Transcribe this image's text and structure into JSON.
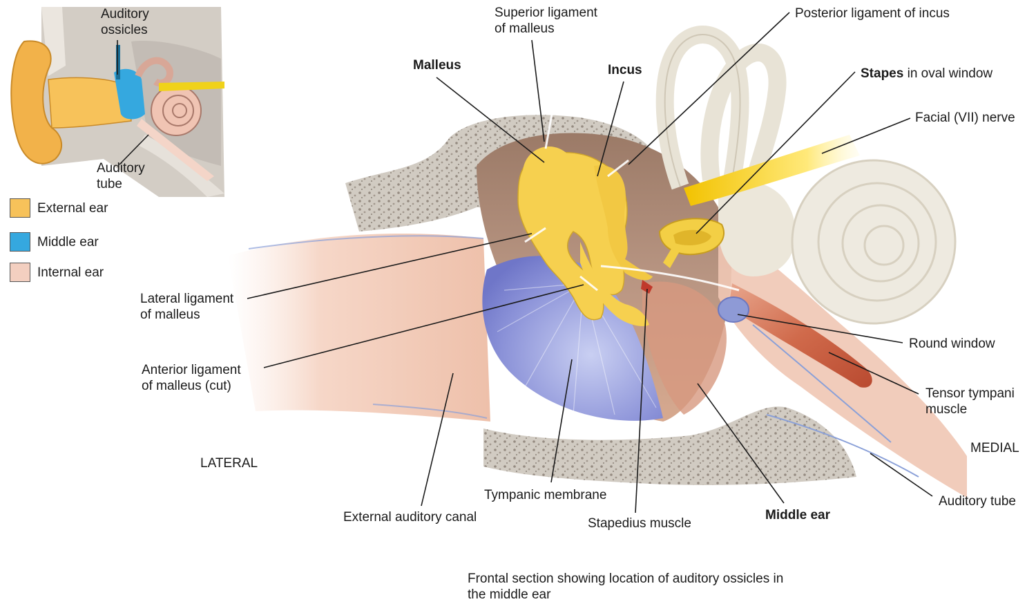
{
  "inset": {
    "auditory_ossicles": [
      "Auditory",
      "ossicles"
    ],
    "auditory_tube": [
      "Auditory",
      "tube"
    ]
  },
  "legend": [
    {
      "label": "External ear",
      "color": "#f7c25a"
    },
    {
      "label": "Middle ear",
      "color": "#35a8df"
    },
    {
      "label": "Internal ear",
      "color": "#f3cfc0"
    }
  ],
  "labels": {
    "superior_ligament": [
      "Superior ligament",
      "of malleus"
    ],
    "posterior_ligament": "Posterior ligament of incus",
    "malleus": "Malleus",
    "incus": "Incus",
    "stapes_bold": "Stapes",
    "stapes_rest": " in oval window",
    "facial_nerve": "Facial (VII) nerve",
    "lateral_ligament": [
      "Lateral ligament",
      "of malleus"
    ],
    "anterior_ligament": [
      "Anterior ligament",
      "of malleus (cut)"
    ],
    "round_window": "Round window",
    "tensor_tympani": [
      "Tensor tympani",
      "muscle"
    ],
    "medial": "MEDIAL",
    "lateral": "LATERAL",
    "tympanic_membrane": "Tympanic membrane",
    "external_auditory_canal": "External auditory canal",
    "stapedius": "Stapedius muscle",
    "middle_ear": "Middle ear",
    "auditory_tube": "Auditory tube"
  },
  "caption": [
    "Frontal section showing location of auditory ossicles in",
    "the middle ear"
  ]
}
